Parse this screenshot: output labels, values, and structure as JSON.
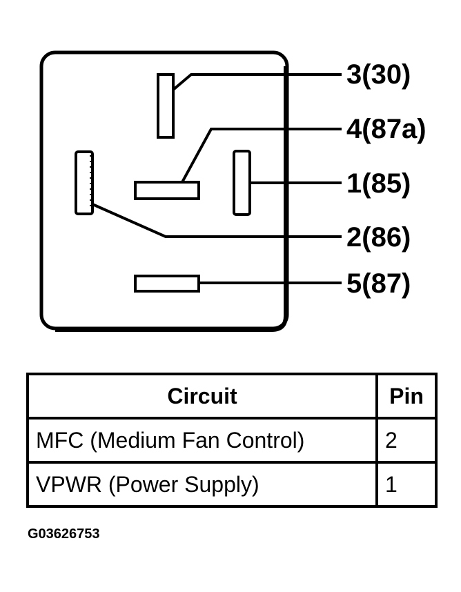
{
  "diagram": {
    "pins": [
      {
        "number": "3",
        "terminal": "30",
        "label": "3(30)"
      },
      {
        "number": "4",
        "terminal": "87a",
        "label": "4(87a)"
      },
      {
        "number": "1",
        "terminal": "85",
        "label": "1(85)"
      },
      {
        "number": "2",
        "terminal": "86",
        "label": "2(86)"
      },
      {
        "number": "5",
        "terminal": "87",
        "label": "5(87)"
      }
    ]
  },
  "table": {
    "headers": {
      "circuit": "Circuit",
      "pin": "Pin"
    },
    "rows": [
      {
        "circuit": "MFC (Medium Fan Control)",
        "pin": "2"
      },
      {
        "circuit": "VPWR (Power Supply)",
        "pin": "1"
      }
    ]
  },
  "figure_id": "G03626753"
}
